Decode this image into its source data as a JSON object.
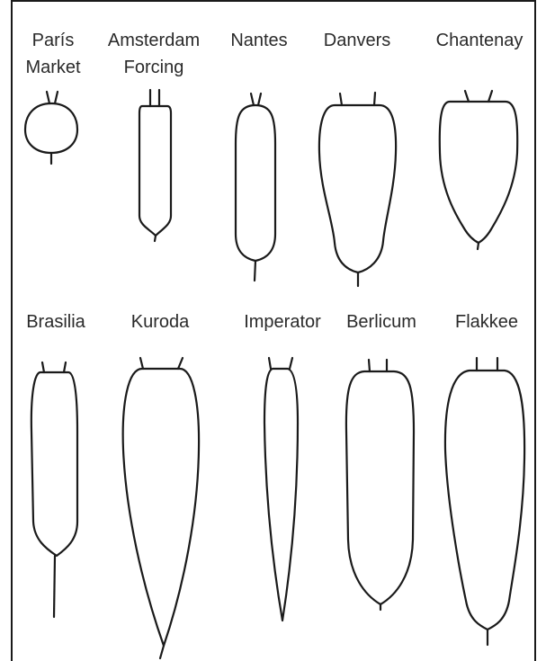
{
  "carrots": [
    {
      "line1": "París",
      "line2": "Market"
    },
    {
      "line1": "Amsterdam",
      "line2": "Forcing"
    },
    {
      "line1": "Nantes",
      "line2": ""
    },
    {
      "line1": "Danvers",
      "line2": ""
    },
    {
      "line1": "Chantenay",
      "line2": ""
    },
    {
      "line1": "Brasilia",
      "line2": ""
    },
    {
      "line1": "Kuroda",
      "line2": ""
    },
    {
      "line1": "Imperator",
      "line2": ""
    },
    {
      "line1": "Berlicum",
      "line2": ""
    },
    {
      "line1": "Flakkee",
      "line2": ""
    }
  ]
}
